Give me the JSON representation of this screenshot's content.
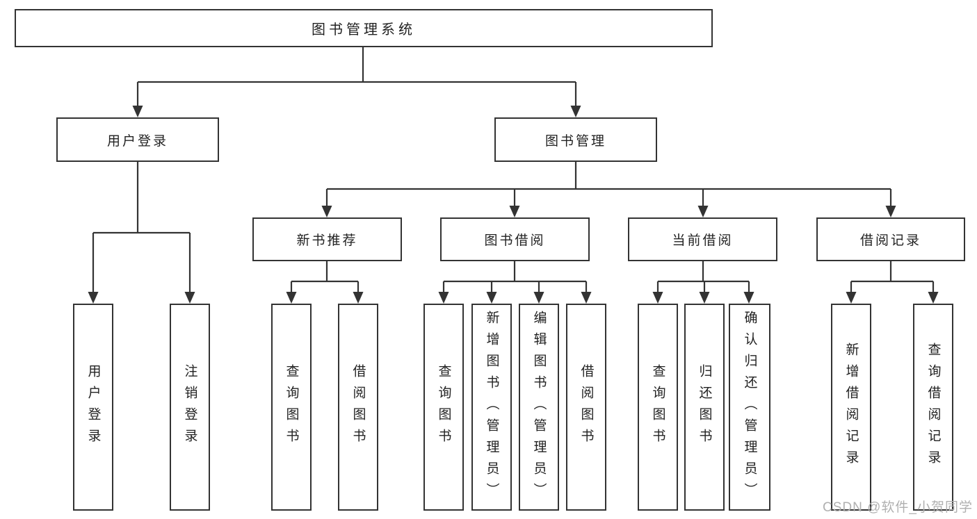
{
  "diagram": {
    "title": "图书管理系统",
    "level2": {
      "user_login": "用户登录",
      "book_mgmt": "图书管理"
    },
    "level3": {
      "new_books": "新书推荐",
      "book_borrow": "图书借阅",
      "current_borrow": "当前借阅",
      "borrow_records": "借阅记录"
    },
    "leaves": {
      "user_login": "用户登录",
      "logout": "注销登录",
      "nb_query": "查询图书",
      "nb_borrow": "借阅图书",
      "bb_query": "查询图书",
      "bb_add": "新增图书（管理员）",
      "bb_edit": "编辑图书（管理员）",
      "bb_borrow": "借阅图书",
      "cb_query": "查询图书",
      "cb_return": "归还图书",
      "cb_confirm": "确认归还（管理员）",
      "br_add": "新增借阅记录",
      "br_query": "查询借阅记录"
    },
    "colors": {
      "line": "#333333",
      "text": "#222222",
      "watermark": "#b0b0b0"
    },
    "watermark": "CSDN @软件_小贺同学"
  }
}
